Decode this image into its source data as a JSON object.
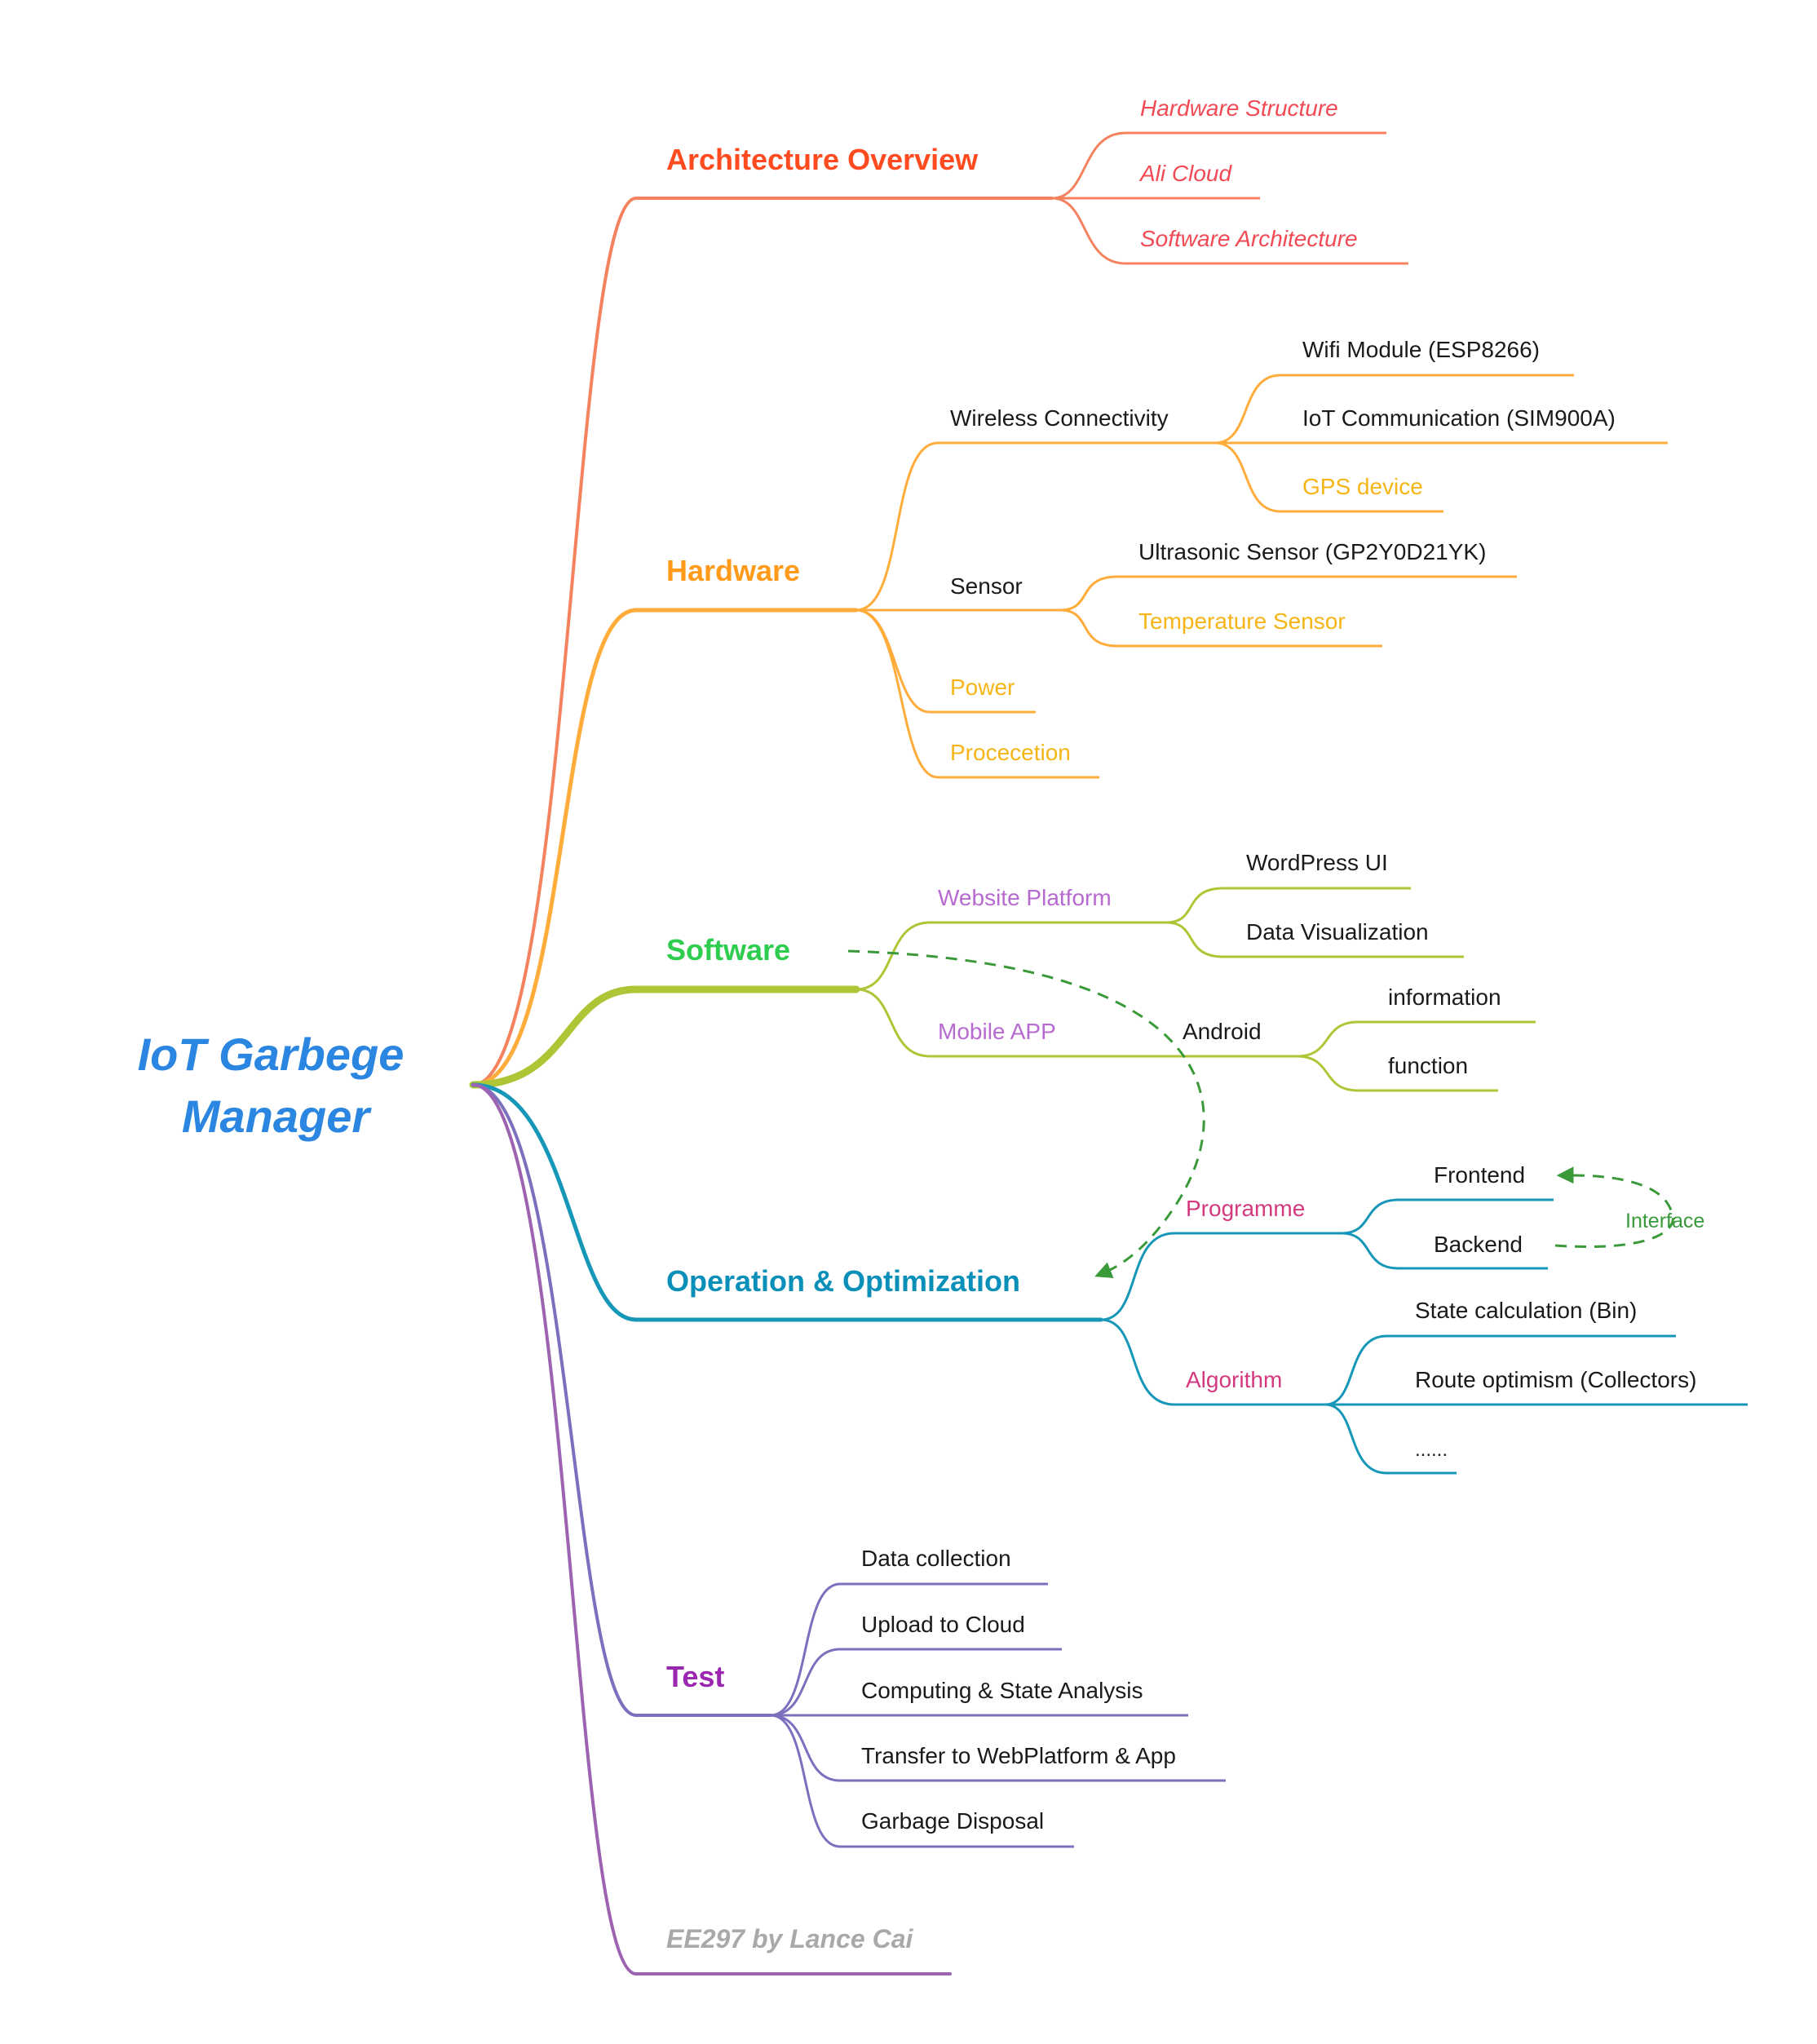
{
  "root": {
    "line1": "IoT Garbege",
    "line2": "Manager",
    "color": "#2a86e0"
  },
  "colors": {
    "architecture": "#ff4b1f",
    "architecture_line": "#f5825f",
    "architecture_leaf": "#f24a55",
    "hardware": "#ff9a1a",
    "hardware_line": "#ffac3b",
    "hardware_leaf": "#f5b516",
    "software": "#2ecc4f",
    "software_line": "#b0c535",
    "software_sub": "#b76ad0",
    "operation": "#0a90b8",
    "operation_line": "#1797b8",
    "operation_sub": "#d4397f",
    "test": "#9b27b0",
    "test_line": "#7a70bd",
    "credit": "#a9a9a9",
    "credit_line": "#9e63b0",
    "annotation": "#3a9a3a",
    "text": "#1a1a1a"
  },
  "branches": {
    "architecture": {
      "label": "Architecture Overview",
      "children": [
        "Hardware Structure",
        "Ali Cloud",
        "Software Architecture"
      ]
    },
    "hardware": {
      "label": "Hardware",
      "wireless": {
        "label": "Wireless Connectivity",
        "children": [
          "Wifi Module (ESP8266)",
          "IoT Communication (SIM900A)",
          "GPS device"
        ]
      },
      "sensor": {
        "label": "Sensor",
        "children": [
          "Ultrasonic Sensor (GP2Y0D21YK)",
          "Temperature Sensor"
        ]
      },
      "power": "Power",
      "procecetion": "Procecetion"
    },
    "software": {
      "label": "Software",
      "website": {
        "label": "Website Platform",
        "children": [
          "WordPress UI",
          "Data Visualization"
        ]
      },
      "mobile": {
        "label": "Mobile APP",
        "android": {
          "label": "Android",
          "children": [
            "information",
            "function"
          ]
        }
      }
    },
    "operation": {
      "label": "Operation & Optimization",
      "programme": {
        "label": "Programme",
        "children": [
          "Frontend",
          "Backend"
        ],
        "link_label": "Interface"
      },
      "algorithm": {
        "label": "Algorithm",
        "children": [
          "State calculation (Bin)",
          "Route optimism (Collectors)",
          "......"
        ]
      }
    },
    "test": {
      "label": "Test",
      "children": [
        "Data collection",
        "Upload to Cloud",
        "Computing & State Analysis",
        "Transfer to WebPlatform & App",
        "Garbage Disposal"
      ]
    },
    "credit": {
      "label": "EE297 by Lance Cai"
    }
  }
}
